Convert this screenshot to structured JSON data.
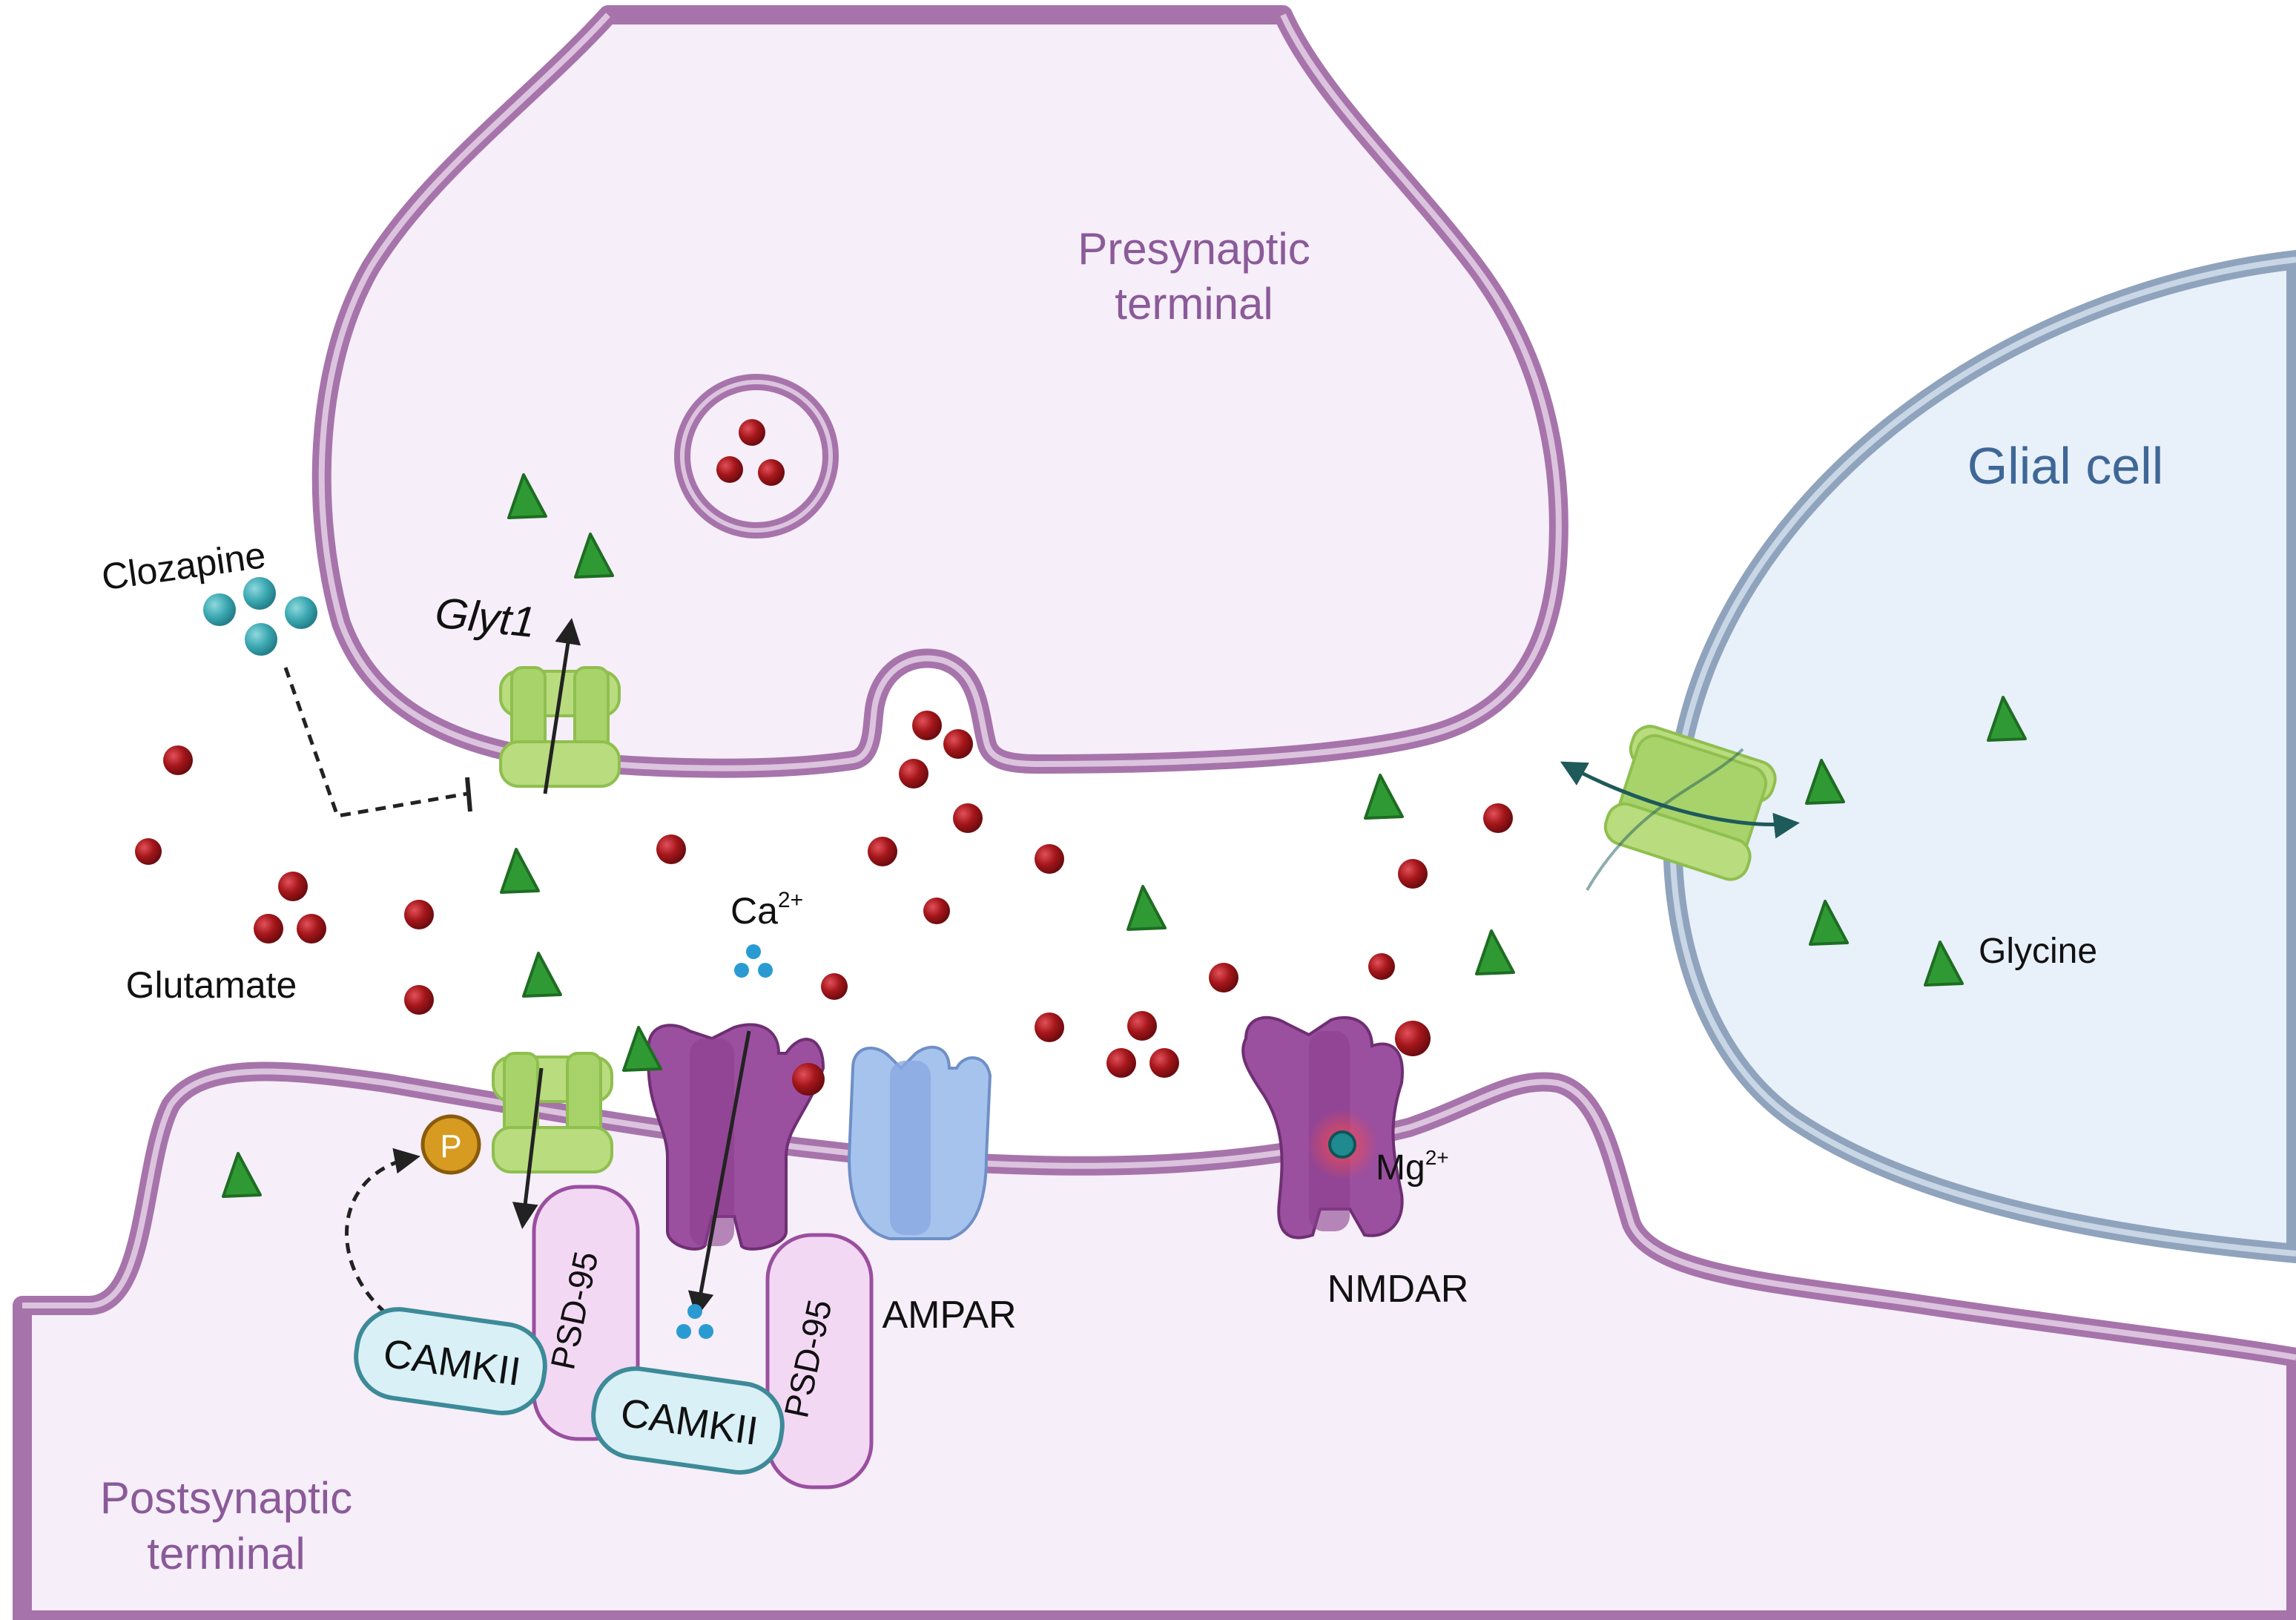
{
  "labels": {
    "presynaptic": [
      "Presynaptic",
      "terminal"
    ],
    "postsynaptic": [
      "Postsynaptic",
      "terminal"
    ],
    "glial_cell": "Glial cell",
    "clozapine": "Clozapine",
    "glyt1": "Glyt1",
    "glutamate": "Glutamate",
    "glycine": "Glycine",
    "calcium_base": "Ca",
    "calcium_charge": "2+",
    "magnesium_base": "Mg",
    "magnesium_charge": "2+",
    "ampar": "AMPAR",
    "nmdar": "NMDAR",
    "psd95": "PSD-95",
    "camkii": "CAMKII",
    "phosphate": "P"
  },
  "colors": {
    "neuron_fill": "#f6eef8",
    "neuron_membrane": "#a674ab",
    "neuron_membrane_inner": "#dcc4df",
    "glial_fill": "#e8f0fa",
    "glial_membrane": "#8fa3bd",
    "glial_membrane_inner": "#c9d6e6",
    "label_purple": "#8a5a99",
    "label_blue": "#3e6796",
    "glutamate": "#a4161a",
    "glycine": "#2f9a34",
    "transporter": "#b8dc7e",
    "receptor": "#9b4f9f",
    "ampar": "#a6c3ee",
    "camkii_fill": "#d8f0f6",
    "camkii_stroke": "#3d8a98",
    "psd95_fill": "#f3d8f4",
    "psd95_stroke": "#9a4f9f",
    "phosphate": "#d69b20",
    "clozapine": "#3aa7b1",
    "calcium": "#2a9bd2"
  },
  "icons": {
    "glutamate": "red-sphere-icon",
    "glycine": "green-triangle-icon",
    "clozapine": "teal-sphere-cluster-icon",
    "calcium": "blue-dot-cluster-icon",
    "phosphate": "phosphate-circle-icon",
    "inhibition": "blunt-arrow-icon"
  }
}
